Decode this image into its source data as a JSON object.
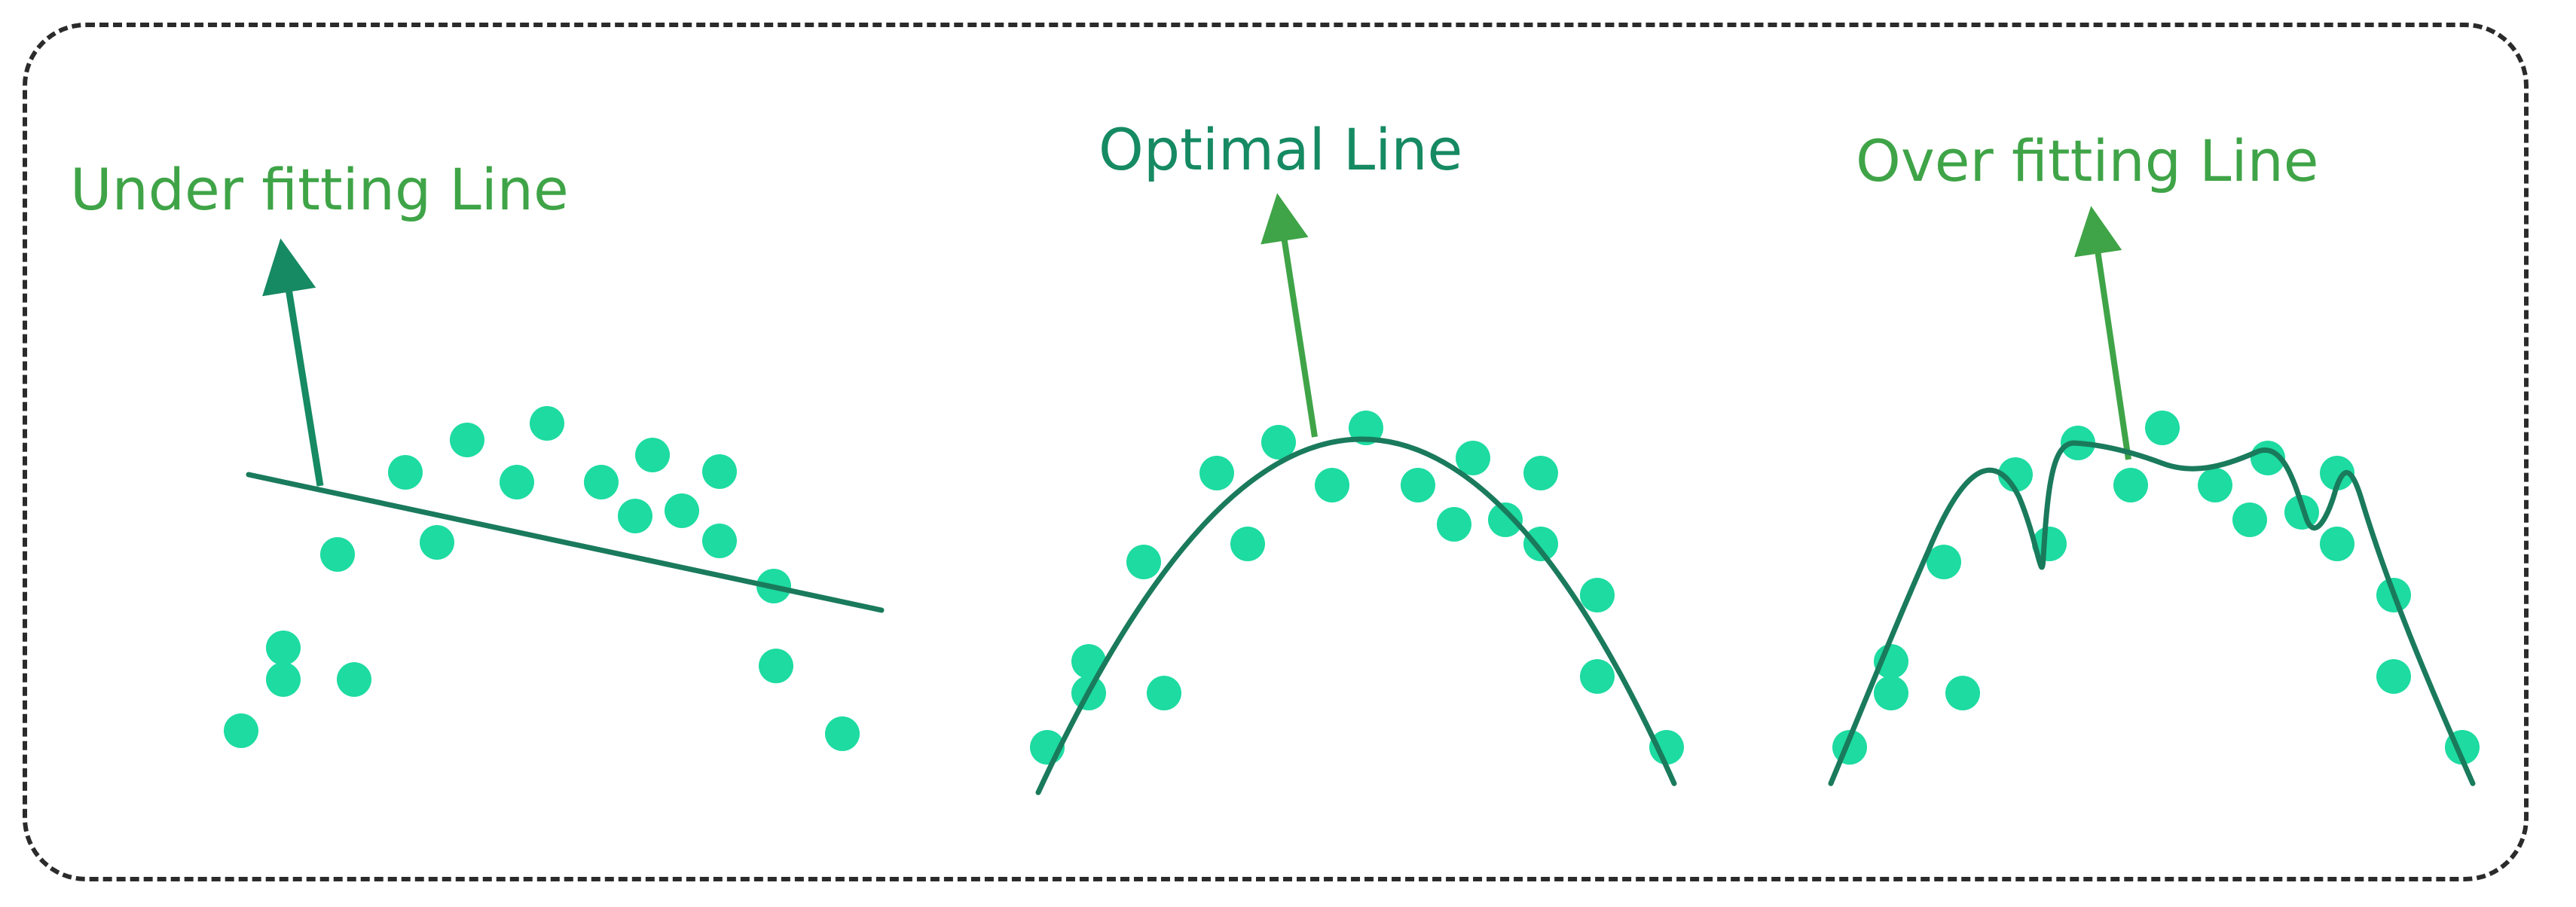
{
  "labels": {
    "underfit": "Under fitting Line",
    "optimal": "Optimal Line",
    "overfit": "Over fitting Line"
  },
  "colors": {
    "point": "#1ddba1",
    "curve": "#1a7a5c",
    "label_underfit": "#3fa447",
    "label_optimal": "#168a62",
    "arrow_underfit": "#168a62",
    "arrow_green": "#3fa447",
    "border": "#2b2b2b"
  }
}
